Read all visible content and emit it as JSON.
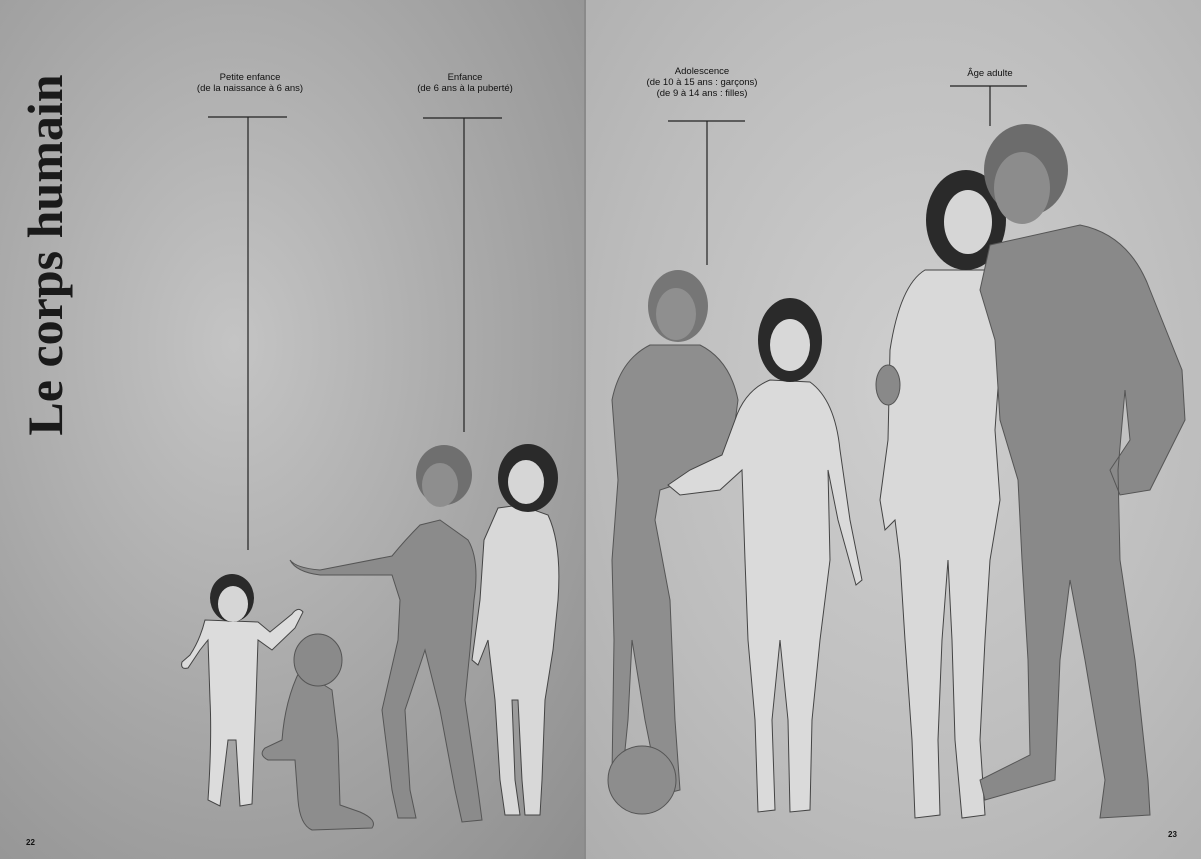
{
  "book": {
    "title": "Le corps humain",
    "page_left": "22",
    "page_right": "23"
  },
  "stages": [
    {
      "name": "Petite enfance",
      "range": "(de la naissance à 6 ans)"
    },
    {
      "name": "Enfance",
      "range": "(de 6 ans à la puberté)"
    },
    {
      "name": "Adolescence",
      "range": "(de 10 à 15 ans : garçons)",
      "range2": "(de 9 à 14 ans : filles)"
    },
    {
      "name": "Âge adulte"
    }
  ],
  "colors": {
    "figure_dark": "#8a8a8a",
    "figure_light": "#d9d9d9",
    "hair": "#2a2a2a",
    "text": "#111111"
  }
}
